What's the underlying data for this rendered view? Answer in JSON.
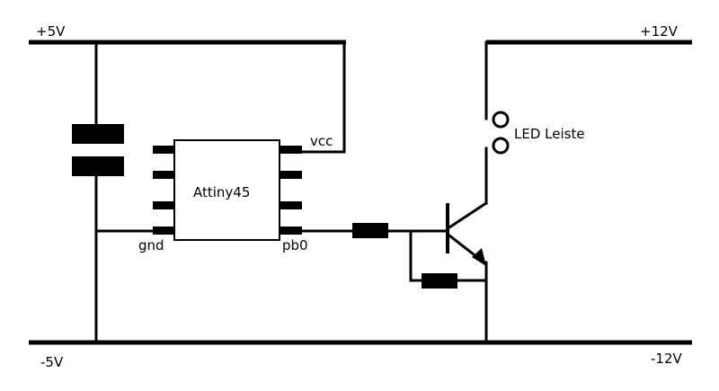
{
  "rails": {
    "top_left": "+5V",
    "top_right": "+12V",
    "bottom_left": "-5V",
    "bottom_right": "-12V"
  },
  "chip": {
    "name": "Attiny45",
    "pin_vcc": "vcc",
    "pin_gnd": "gnd",
    "pin_pb0": "pb0"
  },
  "led": {
    "label": "LED Leiste"
  }
}
